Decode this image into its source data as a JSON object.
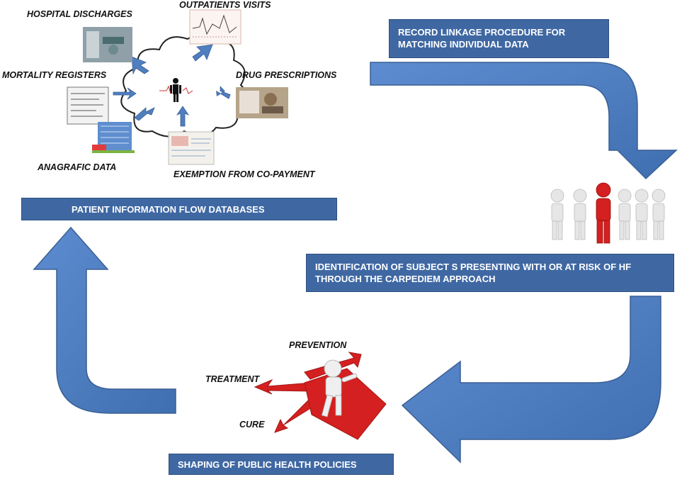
{
  "sources": {
    "hospital_discharges": "HOSPITAL DISCHARGES",
    "outpatients_visits": "OUTPATIENTS VISITS",
    "mortality_registers": "MORTALITY REGISTERS",
    "drug_prescriptions": "DRUG PRESCRIPTIONS",
    "anagrafic_data": "ANAGRAFIC DATA",
    "exemption": "EXEMPTION FROM CO-PAYMENT"
  },
  "boxes": {
    "record_linkage": [
      "RECORD LINKAGE PROCEDURE  FOR",
      "MATCHING INDIVIDUAL DATA"
    ],
    "patient_flow": "PATIENT INFORMATION FLOW DATABASES",
    "identification": [
      "IDENTIFICATION OF SUBJECT S PRESENTING WITH OR AT RISK OF HF",
      "THROUGH THE CARPEDIEM  APPROACH"
    ],
    "shaping": "SHAPING OF PUBLIC HEALTH POLICIES"
  },
  "outcomes": {
    "prevention": "PREVENTION",
    "treatment": "TREATMENT",
    "cure": "CURE"
  },
  "colors": {
    "arrow_fill": "#4f7fc0",
    "arrow_stroke": "#3a5f94",
    "box_fill": "#3f68a3",
    "highlight_red": "#d42020"
  }
}
